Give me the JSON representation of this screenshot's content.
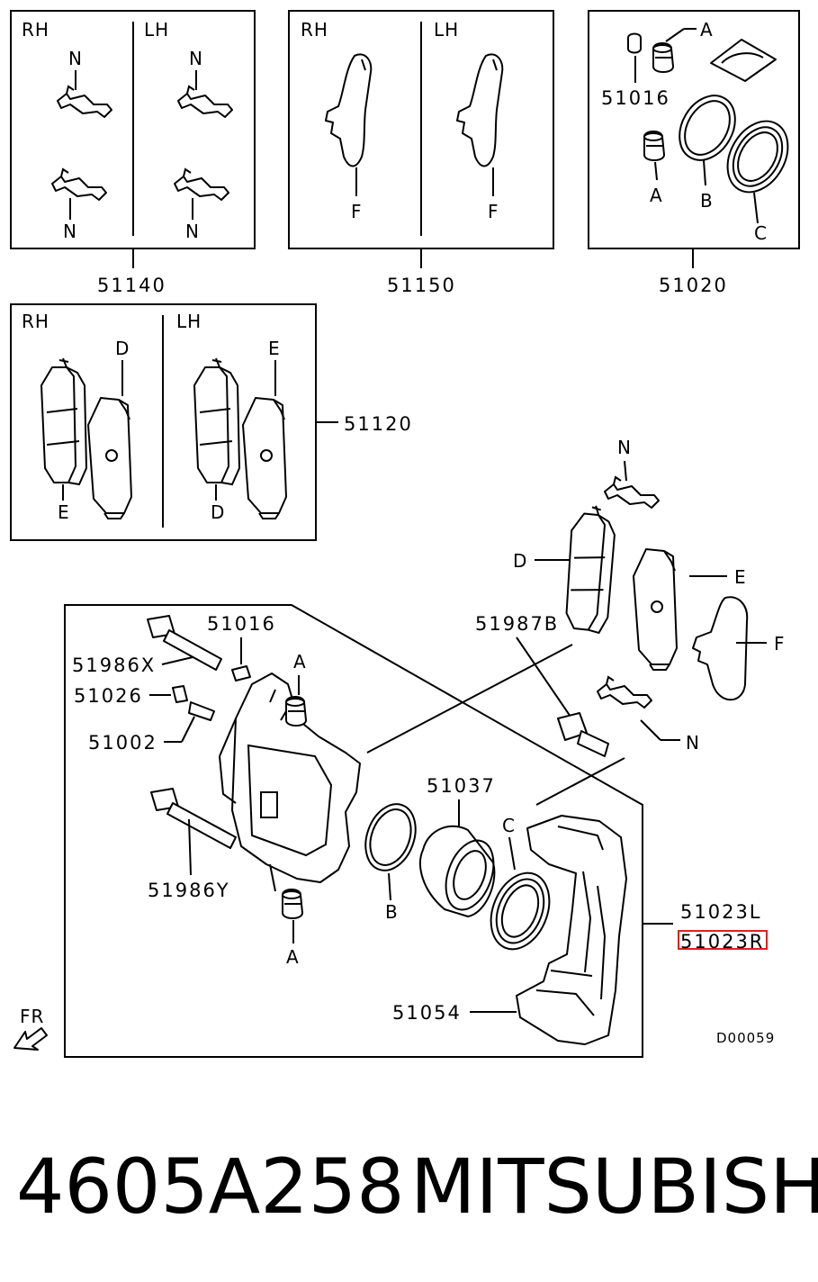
{
  "panels": {
    "p51140": {
      "rh": "RH",
      "lh": "LH",
      "clips": [
        "N",
        "N",
        "N",
        "N"
      ],
      "part": "51140"
    },
    "p51150": {
      "rh": "RH",
      "lh": "LH",
      "shims": [
        "F",
        "F"
      ],
      "part": "51150"
    },
    "p51020": {
      "a_top": "A",
      "part_boot": "51016",
      "a_bottom": "A",
      "b": "B",
      "c": "C",
      "part": "51020"
    },
    "p51120": {
      "rh": "RH",
      "lh": "LH",
      "d1": "D",
      "e1": "E",
      "e2": "E",
      "d2": "D",
      "part": "51120"
    }
  },
  "assembly": {
    "n_top": "N",
    "d": "D",
    "e": "E",
    "f": "F",
    "p51987b": "51987B",
    "n_bottom": "N",
    "p51016": "51016",
    "p51986x": "51986X",
    "p51026": "51026",
    "p51002": "51002",
    "a_upper": "A",
    "p51986y": "51986Y",
    "a_lower": "A",
    "p51037": "51037",
    "b": "B",
    "c": "C",
    "p51023l": "51023L",
    "p51023r": "51023R",
    "p51054": "51054",
    "fr": "FR",
    "drawing_no": "D00059"
  },
  "highlight_color": "#e02020",
  "caption": {
    "part_number": "4605A258",
    "brand": "MITSUBISHI"
  }
}
